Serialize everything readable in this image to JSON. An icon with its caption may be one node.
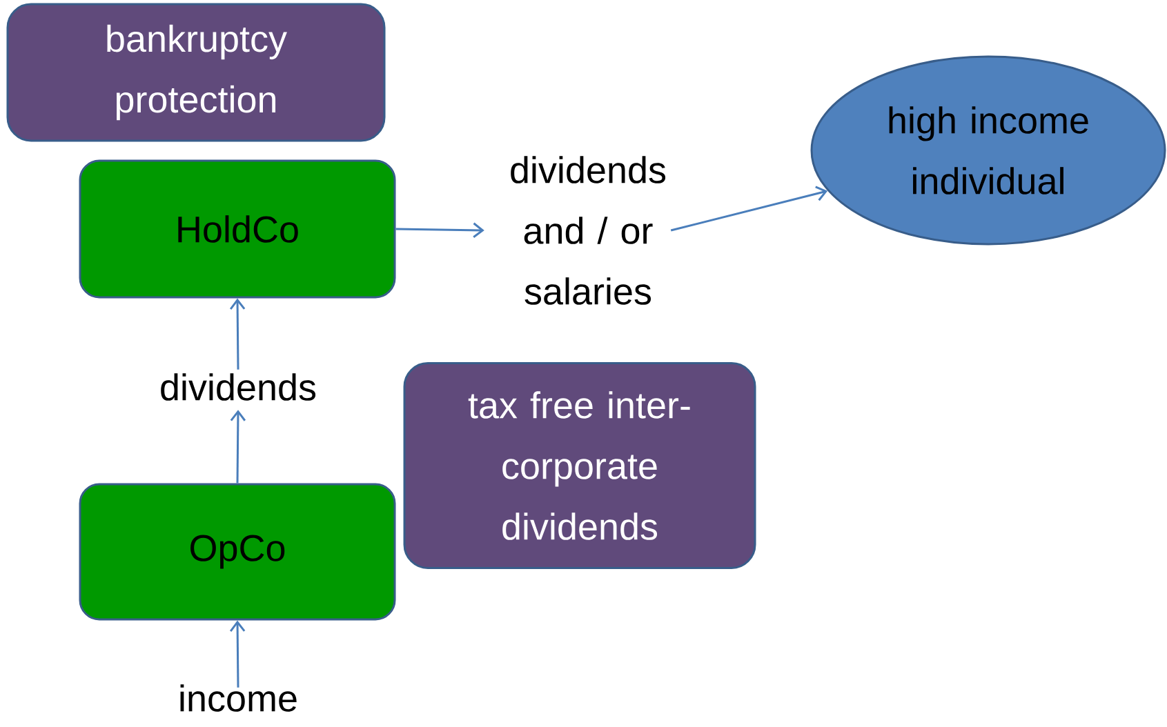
{
  "diagram": {
    "nodes": [
      {
        "text": [
          "bankruptcy protection"
        ]
      },
      {
        "text": [
          "HoldCo"
        ]
      },
      {
        "text": [
          "dividends and / or salaries"
        ]
      },
      {
        "text": [
          "high income individual"
        ]
      },
      {
        "text": [
          "dividends"
        ]
      },
      {
        "text": [
          "tax free inter-corporate dividends"
        ]
      },
      {
        "text": [
          "OpCo"
        ]
      },
      {
        "text": [
          "income"
        ]
      }
    ],
    "edges": [
      {
        "from": 6,
        "to": 4,
        "arrow": "to"
      },
      {
        "from": 4,
        "to": 1,
        "arrow": "to"
      },
      {
        "from": 7,
        "to": 6,
        "arrow": "to"
      },
      {
        "from": 1,
        "to": 2,
        "arrow": "to"
      },
      {
        "from": 2,
        "to": 3,
        "arrow": "to"
      }
    ]
  }
}
